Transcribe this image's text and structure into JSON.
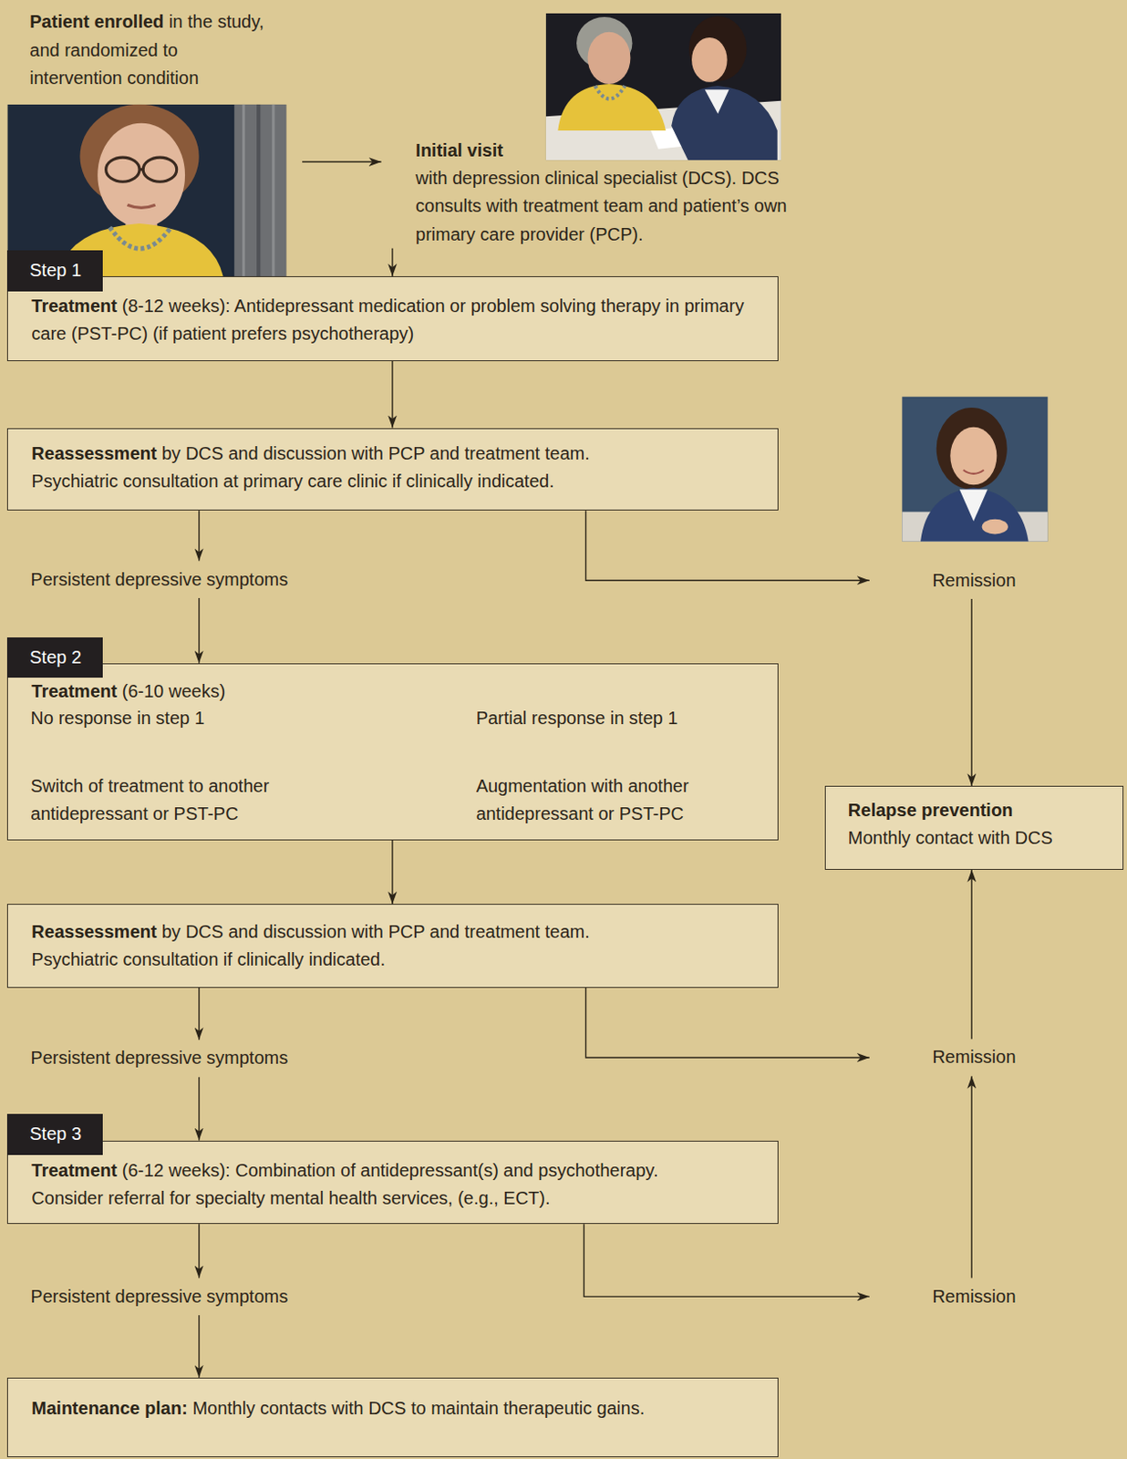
{
  "diagram": {
    "nodes": [
      {
        "text": [
          "Patient enrolled",
          "in the study, and randomized to intervention condition"
        ]
      },
      {
        "text": [
          "Initial visit",
          "with depression clinical specialist (DCS). DCS consults with treatment team and patient’s own primary care provider (PCP)."
        ]
      },
      {
        "text": [
          "Step 1",
          "Treatment",
          "(8-12 weeks): Antidepressant medication or problem solving therapy in primary care (PST-PC) (if patient prefers psychotherapy)"
        ]
      },
      {
        "text": [
          "Reassessment",
          "by DCS and discussion with PCP and treatment team.",
          "Psychiatric consultation at primary care clinic if clinically indicated."
        ]
      },
      {
        "text": [
          "Persistent depressive symptoms"
        ]
      },
      {
        "text": [
          "Remission"
        ]
      },
      {
        "text": [
          "Step 2",
          "Treatment",
          "(6-10 weeks)"
        ]
      },
      {
        "text": [
          "No response in step 1"
        ],
        "in": 6
      },
      {
        "text": [
          "Switch of treatment to another antidepressant or PST-PC"
        ],
        "in": 6
      },
      {
        "text": [
          "Partial response in step 1"
        ],
        "in": 6
      },
      {
        "text": [
          "Augmentation with another antidepressant or PST-PC"
        ],
        "in": 6
      },
      {
        "text": [
          "Relapse prevention",
          "Monthly contact with DCS"
        ]
      },
      {
        "text": [
          "Reassessment",
          "by DCS and discussion with PCP and treatment team.",
          "Psychiatric consultation if clinically indicated."
        ]
      },
      {
        "text": [
          "Persistent depressive symptoms"
        ]
      },
      {
        "text": [
          "Remission"
        ]
      },
      {
        "text": [
          "Step 3",
          "Treatment",
          "(6-12 weeks): Combination of antidepressant(s) and psychotherapy.",
          "Consider referral for specialty mental health services, (e.g., ECT)."
        ]
      },
      {
        "text": [
          "Persistent depressive symptoms"
        ]
      },
      {
        "text": [
          "Remission"
        ]
      },
      {
        "text": [
          "Maintenance plan:",
          "Monthly contacts with DCS to maintain therapeutic gains."
        ]
      }
    ],
    "edges": [
      {
        "from": 0,
        "to": 1,
        "arrow": "to"
      },
      {
        "from": 1,
        "to": 2,
        "arrow": "to"
      },
      {
        "from": 2,
        "to": 3,
        "arrow": "to"
      },
      {
        "from": 3,
        "to": 4,
        "arrow": "to"
      },
      {
        "from": 3,
        "to": 5,
        "arrow": "to"
      },
      {
        "from": 4,
        "to": 6,
        "arrow": "to"
      },
      {
        "from": 5,
        "to": 11,
        "arrow": "to"
      },
      {
        "from": 7,
        "to": 8,
        "arrow": "to"
      },
      {
        "from": 9,
        "to": 10,
        "arrow": "to"
      },
      {
        "from": 6,
        "to": 12,
        "arrow": "to"
      },
      {
        "from": 12,
        "to": 13,
        "arrow": "to"
      },
      {
        "from": 12,
        "to": 14,
        "arrow": "to"
      },
      {
        "from": 14,
        "to": 11,
        "arrow": "to"
      },
      {
        "from": 13,
        "to": 15,
        "arrow": "to"
      },
      {
        "from": 15,
        "to": 16,
        "arrow": "to"
      },
      {
        "from": 15,
        "to": 17,
        "arrow": "to"
      },
      {
        "from": 17,
        "to": 14,
        "arrow": "to"
      },
      {
        "from": 16,
        "to": 18,
        "arrow": "to"
      }
    ]
  }
}
